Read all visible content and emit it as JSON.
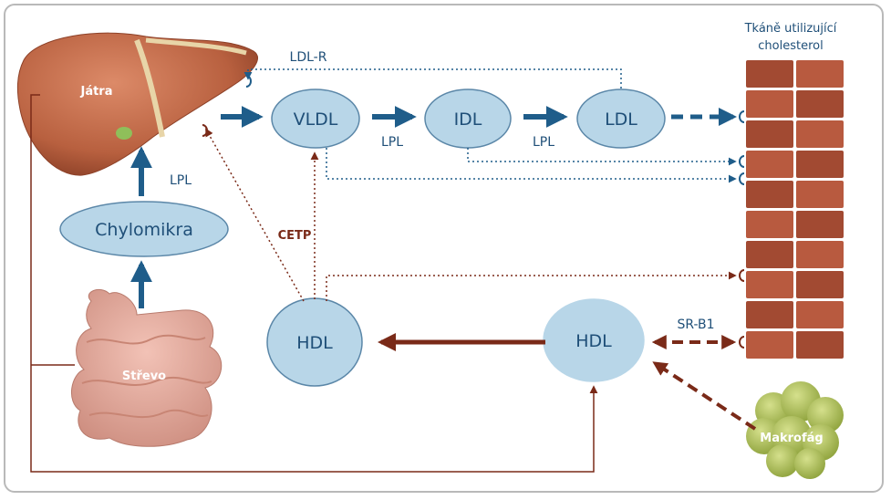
{
  "organs": {
    "liver": "Játra",
    "intestine": "Střevo",
    "macrophage": "Makrofág"
  },
  "nodes": {
    "chylomicron": "Chylomikra",
    "vldl": "VLDL",
    "idl": "IDL",
    "ldl": "LDL",
    "hdl_left": "HDL",
    "hdl_right": "HDL"
  },
  "labels": {
    "lpl_chylo": "LPL",
    "lpl_vldl_idl": "LPL",
    "lpl_idl_ldl": "LPL",
    "ldl_r": "LDL-R",
    "cetp": "CETP",
    "sr_b1": "SR-B1"
  },
  "tissue": {
    "title_line1": "Tkáně utilizující",
    "title_line2": "cholesterol"
  },
  "colors": {
    "blue_arrow": "#1f5d8a",
    "brown_arrow": "#7a2a18",
    "node_fill": "#b8d6e8",
    "node_stroke": "#5b87a8",
    "brick": "#a24a32",
    "brick_light": "#b85a3f"
  }
}
